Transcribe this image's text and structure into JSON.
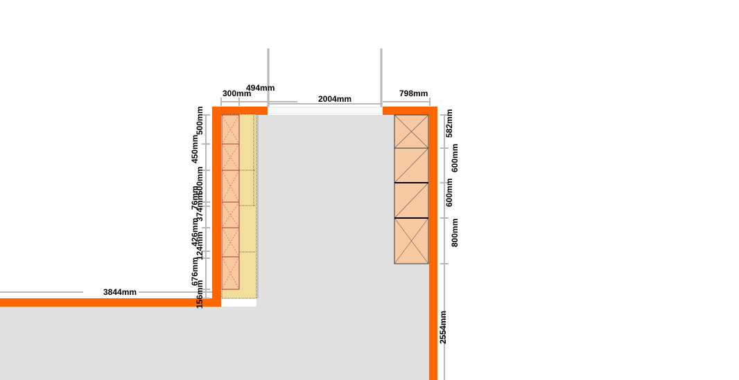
{
  "colors": {
    "wall": "#ff6600",
    "floor": "#e0e0e0",
    "cabinet": "#f7c9a0",
    "worktop": "#f3df9c",
    "dimension_line": "#b9b9b9"
  },
  "dimensions": {
    "top_300": "300mm",
    "top_494": "494mm",
    "top_2004": "2004mm",
    "top_798": "798mm",
    "left_500": "500mm",
    "left_450": "450mm",
    "left_500b": "500mm",
    "left_76": "76mm",
    "left_374": "374mm",
    "left_426": "426mm",
    "left_124": "124mm",
    "left_676": "676mm",
    "left_156": "156mm",
    "bottom_3844": "3844mm",
    "right_582": "582mm",
    "right_600a": "600mm",
    "right_600b": "600mm",
    "right_800": "800mm",
    "right_2554": "2554mm"
  }
}
